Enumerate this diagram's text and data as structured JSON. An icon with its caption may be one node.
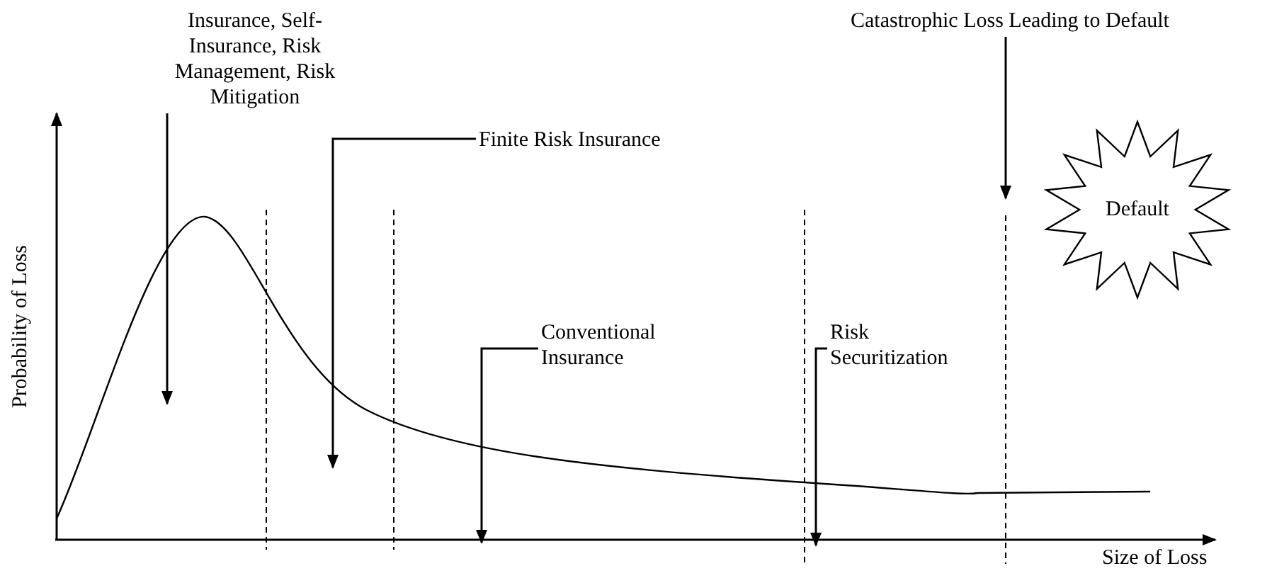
{
  "diagram": {
    "nodes": [
      {
        "text": [
          "Insurance, Self-Insurance, Risk Management, Risk Mitigation"
        ]
      },
      {
        "text": [
          "Finite Risk Insurance"
        ]
      },
      {
        "text": [
          "Conventional Insurance"
        ]
      },
      {
        "text": [
          "Risk Securitization"
        ]
      },
      {
        "text": [
          "Catastrophic Loss Leading to Default"
        ]
      },
      {
        "text": [
          "Default"
        ]
      }
    ],
    "edges": [
      {
        "from": 0,
        "to": null,
        "arrow": "to"
      },
      {
        "from": 1,
        "to": null,
        "arrow": "to"
      },
      {
        "from": 2,
        "to": null,
        "arrow": "to"
      },
      {
        "from": 3,
        "to": null,
        "arrow": "to"
      },
      {
        "from": 4,
        "to": null,
        "arrow": "to"
      }
    ],
    "labels": [
      "Probability of Loss",
      "Size of Loss"
    ]
  }
}
